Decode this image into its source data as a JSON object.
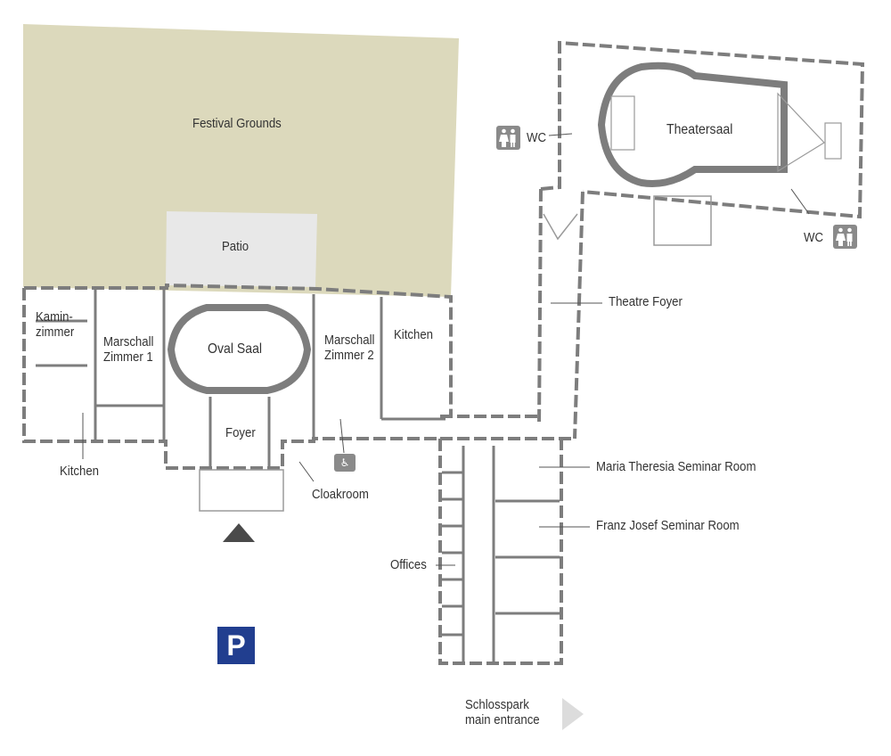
{
  "areas": {
    "festival_grounds": "Festival Grounds",
    "patio": "Patio"
  },
  "rooms": {
    "kaminzimmer": "Kamin-\nzimmer",
    "marschall_1": "Marschall\nZimmer 1",
    "oval_saal": "Oval Saal",
    "marschall_2": "Marschall\nZimmer 2",
    "kitchen_east": "Kitchen",
    "kitchen_west": "Kitchen",
    "foyer": "Foyer",
    "cloakroom": "Cloakroom",
    "theatersaal": "Theatersaal",
    "theatre_foyer": "Theatre Foyer",
    "maria_theresia": "Maria Theresia Seminar Room",
    "franz_josef": "Franz Josef Seminar Room",
    "offices": "Offices",
    "wc_west": "WC",
    "wc_east": "WC"
  },
  "parking": {
    "label": "P"
  },
  "entrance": {
    "label": "Schlosspark\nmain entrance"
  },
  "colors": {
    "festival_grounds": "#dcd9bc",
    "patio": "#e8e8e8",
    "wall": "#7d7d7d",
    "parking": "#213e8f",
    "entrance_arrow_dark": "#4a4a4a",
    "entrance_arrow_light": "#dcdcdc",
    "icon": "#8a8a8a"
  },
  "icons": {
    "wc": "restroom-icon",
    "accessible_wc": "accessible-restroom-icon",
    "entrance": "entrance-arrow-icon",
    "parking": "parking-icon"
  }
}
